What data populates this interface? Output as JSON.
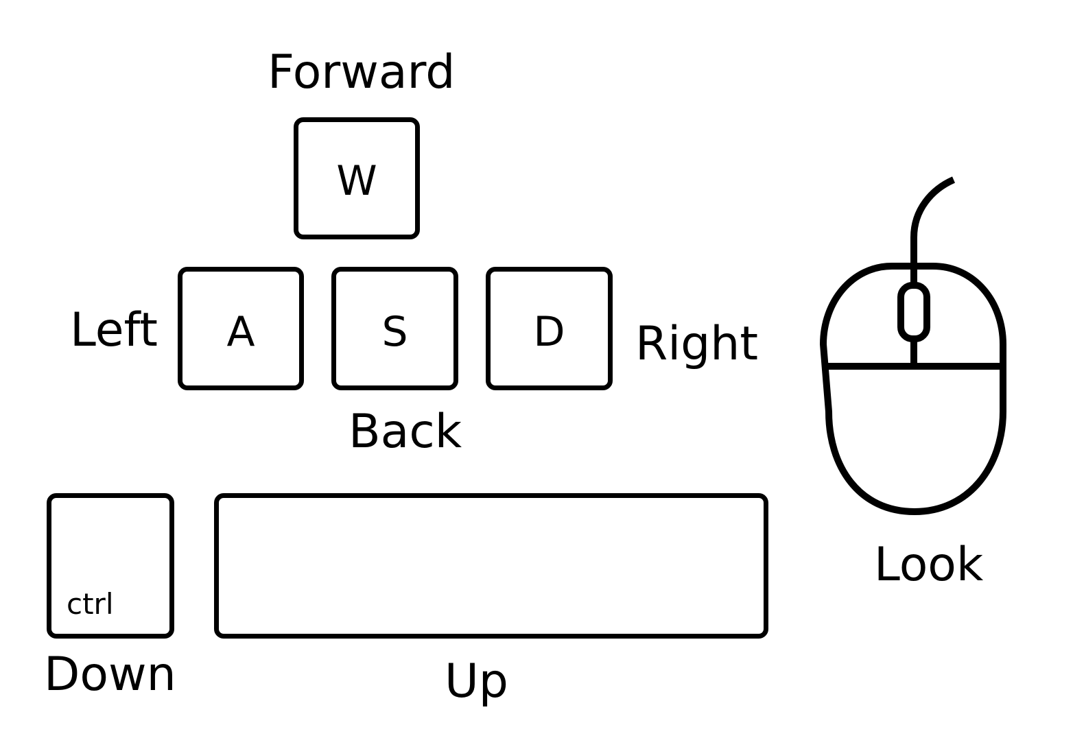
{
  "keys": {
    "w": "W",
    "a": "A",
    "s": "S",
    "d": "D",
    "ctrl": "ctrl"
  },
  "labels": {
    "forward": "Forward",
    "left": "Left",
    "right": "Right",
    "back": "Back",
    "down": "Down",
    "up": "Up",
    "look": "Look"
  },
  "icons": {
    "mouse": "mouse-icon"
  },
  "colors": {
    "stroke": "#000000",
    "background": "#ffffff"
  }
}
